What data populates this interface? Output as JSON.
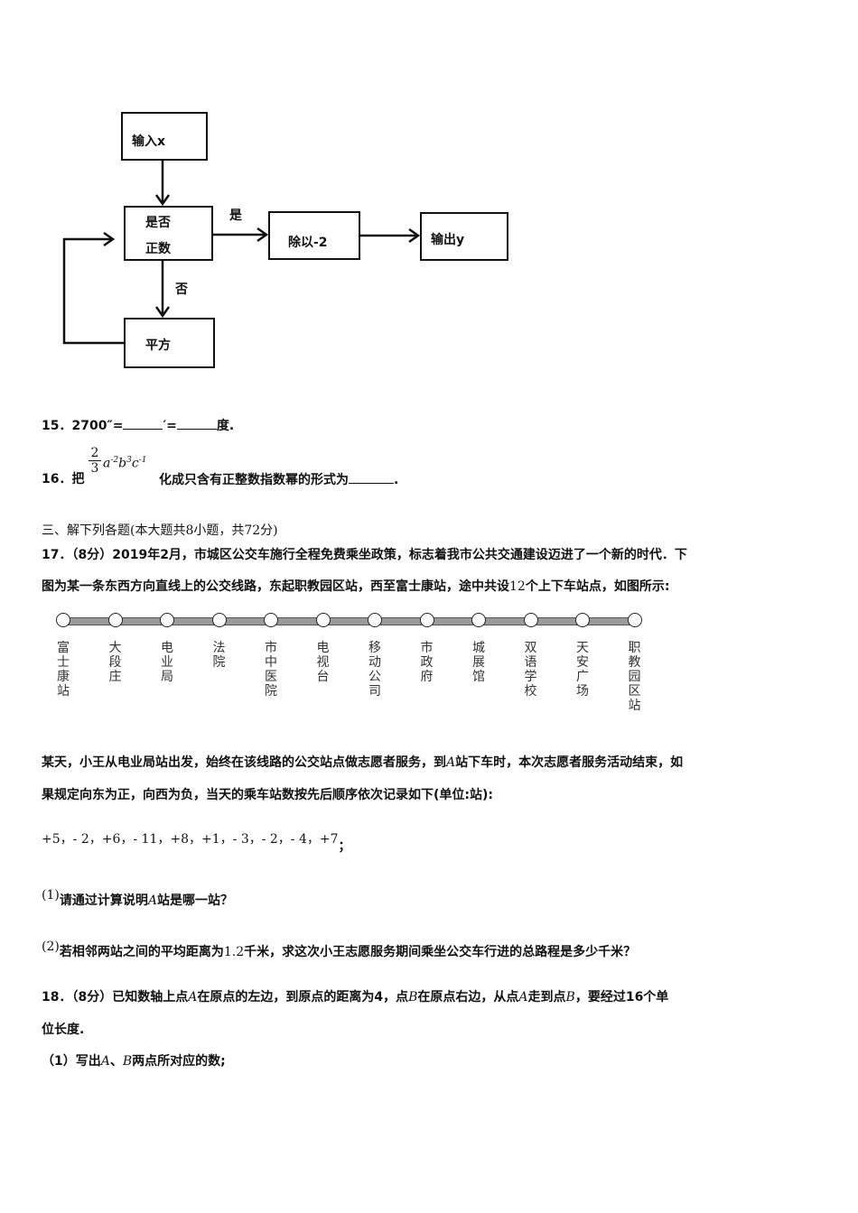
{
  "flowchart": {
    "input_label": "输入x",
    "decision_line1": "是否",
    "decision_line2": "正数",
    "yes_label": "是",
    "no_label": "否",
    "divide_label": "除以-2",
    "output_label": "输出y",
    "square_label": "平方"
  },
  "q15": {
    "text_a": "15．2700″=",
    "text_b": "′=",
    "text_c": "度."
  },
  "q16": {
    "prefix": "16．把",
    "num": "2",
    "den": "3",
    "expr": "a",
    "exp_a": "-2",
    "b": "b",
    "exp_b": "3",
    "c": "c",
    "exp_c": "-1",
    "suffix": "化成只含有正整数指数幂的形式为",
    "end": "."
  },
  "section3": {
    "title": "三、解下列各题(本大题共8小题，共72分)"
  },
  "q17": {
    "line1": "17．（8分）2019年2月，市城区公交车施行全程免费乘坐政策，标志着我市公共交通建设迈进了一个新的时代．下",
    "line2a": "图为某一条东西方向直线上的公交线路，东起职教园区站，西至富士康站，途中共设",
    "line2num": "12",
    "line2b": "个上下车站点，如图所示:",
    "stations": [
      "富士康站",
      "大段庄",
      "电业局",
      "法院",
      "市中医院",
      "电视台",
      "移动公司",
      "市政府",
      "城展馆",
      "双语学校",
      "天安广场",
      "职教园区站"
    ],
    "line3a": "某天，小王从电业局站出发，始终在该线路的公交站点做志愿者服务，到",
    "line3var": "A",
    "line3b": "站下车时，本次志愿者服务活动结束，如",
    "line4": "果规定向东为正，向西为负，当天的乘车站数按先后顺序依次记录如下(单位:站):",
    "record": "+5，- 2，+6，- 11，+8，+1，- 3，- 2，- 4，+7",
    "record_end": "；",
    "sub1_num": "(1)",
    "sub1a": "请通过计算说明",
    "sub1var": "A",
    "sub1b": "站是哪一站？",
    "sub2_num": "(2)",
    "sub2a": "若相邻两站之间的平均距离为",
    "sub2val": "1.2",
    "sub2b": "千米，求这次小王志愿服务期间乘坐公交车行进的总路程是多少千米？"
  },
  "q18": {
    "line1a": "18．（8分）已知数轴上点",
    "var_a": "A",
    "line1b": "在原点的左边，到原点的距离为4，点",
    "var_b": "B",
    "line1c": "在原点右边，从点",
    "var_a2": "A",
    "line1d": "走到点",
    "var_b2": "B",
    "line1e": "，要经过16个单",
    "line2": "位长度.",
    "sub1a": "（1）写出",
    "sub1var1": "A",
    "sub1sep": "、",
    "sub1var2": "B",
    "sub1b": "两点所对应的数;"
  }
}
